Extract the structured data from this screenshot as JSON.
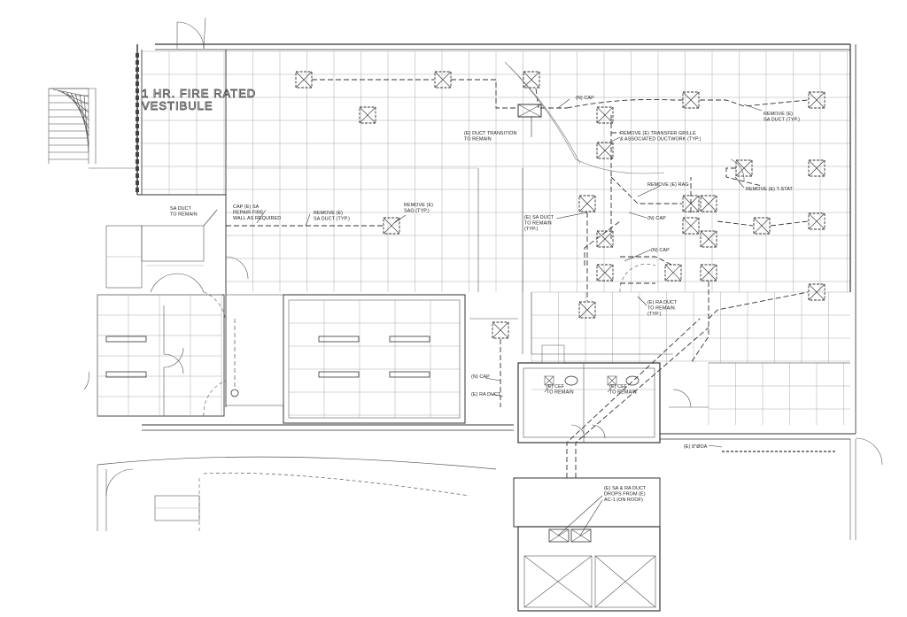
{
  "vestibule_label": [
    "1 HR. FIRE RATED",
    "VESTIBULE"
  ],
  "notes": [
    {
      "id": "sa-duct-to-remain-w",
      "lines": [
        "SA DUCT",
        "TO REMAIN"
      ]
    },
    {
      "id": "cap-sa-repair",
      "lines": [
        "CAP (E) SA",
        "REPAIR FIRE",
        "WALL AS REQUIRED"
      ]
    },
    {
      "id": "remove-sa-duct-w",
      "lines": [
        "REMOVE (E)",
        "SA DUCT (TYP.)"
      ]
    },
    {
      "id": "remove-sag",
      "lines": [
        "REMOVE (E)",
        "SAG (TYP.)"
      ]
    },
    {
      "id": "duct-transition",
      "lines": [
        "(E) DUCT TRANSITION",
        "TO REMAIN"
      ]
    },
    {
      "id": "n-cap-top",
      "lines": [
        "(N) CAP"
      ]
    },
    {
      "id": "remove-transfer-grille",
      "lines": [
        "REMOVE (E) TRANSFER GRILLE",
        "& ASSOCIATED DUCTWORK (TYP.)"
      ]
    },
    {
      "id": "remove-sa-duct-e",
      "lines": [
        "REMOVE (E)",
        "SA DUCT (TYP.)"
      ]
    },
    {
      "id": "remove-tstat",
      "lines": [
        "REMOVE (E) T-STAT"
      ]
    },
    {
      "id": "remove-rag",
      "lines": [
        "REMOVE (E) RAG"
      ]
    },
    {
      "id": "sa-duct-to-remain-c",
      "lines": [
        "(E) SA DUCT",
        "TO REMAIN",
        "(TYP.)"
      ]
    },
    {
      "id": "n-cap-mid1",
      "lines": [
        "(N) CAP"
      ]
    },
    {
      "id": "n-cap-mid2",
      "lines": [
        "(N) CAP"
      ]
    },
    {
      "id": "ra-duct-to-remain",
      "lines": [
        "(E) RA DUCT",
        "TO REMAIN.",
        "(TYP.)"
      ]
    },
    {
      "id": "n-cap-low",
      "lines": [
        "(N) CAP"
      ]
    },
    {
      "id": "ra-duct-low",
      "lines": [
        "(E) RA DUCT"
      ]
    },
    {
      "id": "cef-1",
      "lines": [
        "(E) CEF",
        "TO REMAIN"
      ]
    },
    {
      "id": "cef-2",
      "lines": [
        "(E) CEF",
        "TO REMAIN"
      ]
    },
    {
      "id": "oa-8in",
      "lines": [
        "(E) 8\"ØOA"
      ]
    },
    {
      "id": "sa-ra-drops",
      "lines": [
        "(E) SA & RA DUCT",
        "DROPS FROM (E)",
        "AC-1 (ON ROOF)"
      ]
    }
  ]
}
